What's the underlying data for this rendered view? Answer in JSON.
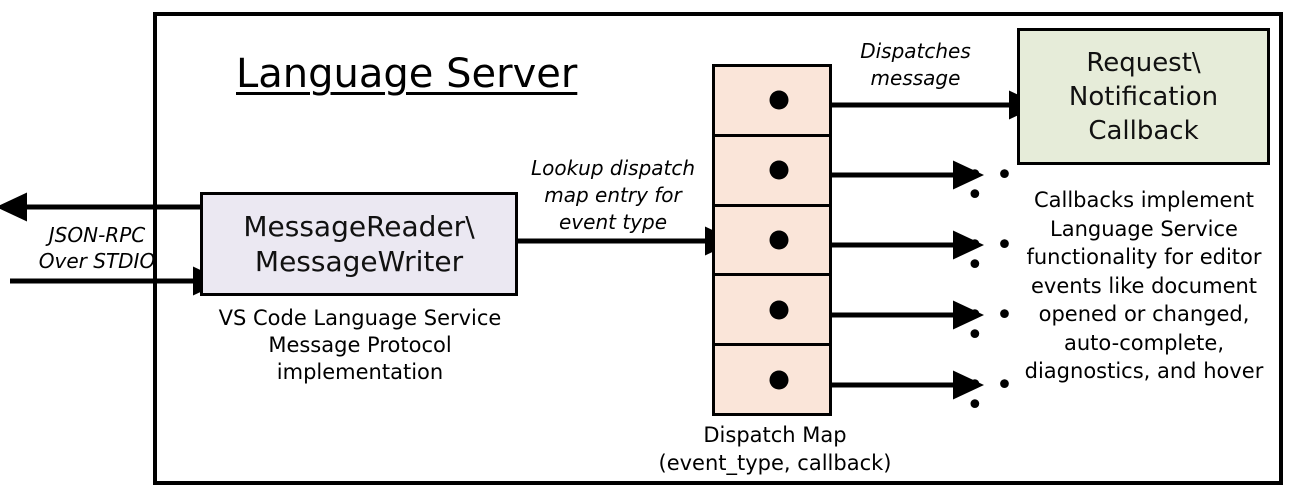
{
  "diagram": {
    "title": "Language Server",
    "container_name": "language-server-boundary"
  },
  "external_io": {
    "label_line1": "JSON-RPC",
    "label_line2": "Over STDIO",
    "outbound_arrow": "arrow-left-out",
    "inbound_arrow": "arrow-right-in"
  },
  "message_io": {
    "title_line1": "MessageReader\\",
    "title_line2": "MessageWriter",
    "caption_line1": "VS Code Language Service",
    "caption_line2": "Message Protocol implementation",
    "fill_color": "#EBE8F2"
  },
  "lookup_edge": {
    "label_line1": "Lookup dispatch",
    "label_line2": "map entry for",
    "label_line3": "event type"
  },
  "dispatch_map": {
    "caption_line1": "Dispatch Map",
    "caption_line2": "(event_type, callback)",
    "fill_color": "#FAE5D9",
    "row_count": 5,
    "rows": [
      {
        "index": 1,
        "target": "Request\\Notification Callback"
      },
      {
        "index": 2,
        "target": "..."
      },
      {
        "index": 3,
        "target": "..."
      },
      {
        "index": 4,
        "target": "..."
      },
      {
        "index": 5,
        "target": "..."
      }
    ]
  },
  "dispatch_edge": {
    "label_line1": "Dispatches",
    "label_line2": "message"
  },
  "callback": {
    "title_line1": "Request\\",
    "title_line2": "Notification",
    "title_line3": "Callback",
    "fill_color": "#E6ECD9",
    "description_line1": "Callbacks implement",
    "description_line2": "Language Service",
    "description_line3": "functionality for editor",
    "description_line4": "events like document",
    "description_line5": "opened or changed,",
    "description_line6": "auto-complete,",
    "description_line7": "diagnostics, and hover"
  },
  "ellipsis": {
    "glyph": "• • •"
  },
  "colors": {
    "stroke": "#000000",
    "background": "#FFFFFF"
  }
}
